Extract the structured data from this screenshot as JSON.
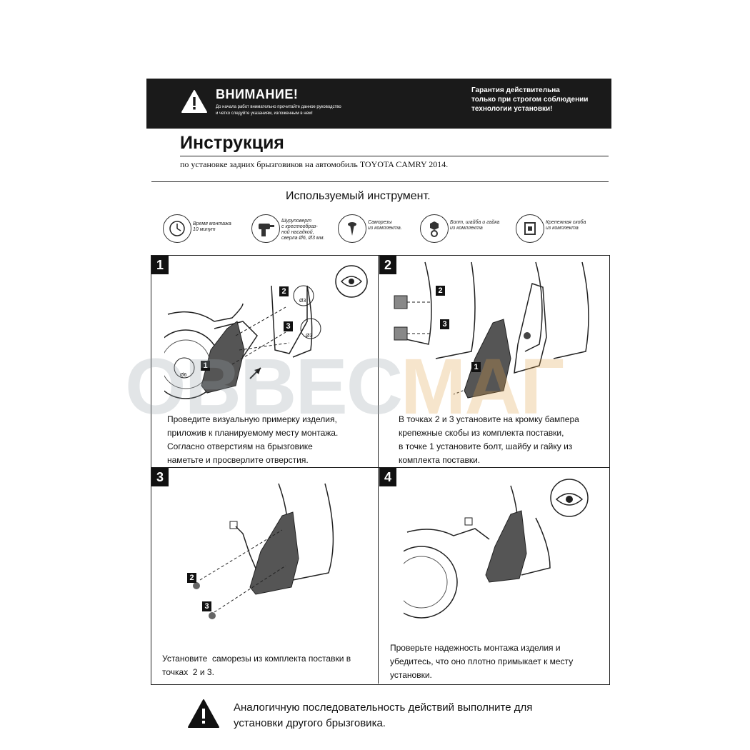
{
  "header": {
    "warning_title": "ВНИМАНИЕ!",
    "warning_sub_line1": "До начала работ внимательно прочитайте данное руководство",
    "warning_sub_line2": "и четко следуйте указаниям, изложенным в нем!",
    "guarantee_line1": "Гарантия действительна",
    "guarantee_line2": "только при строгом соблюдении",
    "guarantee_line3": "технологии установки!"
  },
  "title": "Инструкция",
  "subtitle": "по установке задних брызговиков на автомобиль TOYOTA CAMRY 2014.",
  "tools": {
    "heading": "Используемый инструмент.",
    "items": [
      {
        "icon": "clock-icon",
        "label": "Время монтажа\n10 минут"
      },
      {
        "icon": "drill-icon",
        "label": "Шуруповерт\nс крестообраз-\nной насадкой,\nсверла Ø6, Ø3 мм."
      },
      {
        "icon": "screw-icon",
        "label": "Саморезы\nиз комплекта."
      },
      {
        "icon": "bolt-icon",
        "label": "Болт, шайба и гайка\nиз комплекта"
      },
      {
        "icon": "clip-icon",
        "label": "Крепежная скоба\nиз комплекта"
      }
    ]
  },
  "steps": [
    {
      "num": "1",
      "text": "Проведите визуальную примерку изделия,\nприложив к планируемому месту монтажа.\nСогласно отверстиям на брызговике\nнаметьте и просверлите отверстия."
    },
    {
      "num": "2",
      "text": "В точках 2 и 3 установите на кромку бампера\nкрепежные скобы из комплекта поставки,\nв точке 1 установите болт, шайбу и гайку из\nкомплекта поставки."
    },
    {
      "num": "3",
      "text": "Установите  саморезы из комплекта поставки в\nточках  2 и 3."
    },
    {
      "num": "4",
      "text": "Проверьте надежность монтажа изделия и\nубедитесь, что оно плотно примыкает к месту\nустановки."
    }
  ],
  "callouts": {
    "p1": [
      "2",
      "3",
      "1"
    ],
    "p1_drill": [
      "Ø3",
      "Ø3",
      "Ø6"
    ],
    "p2": [
      "2",
      "3",
      "1"
    ],
    "p3": [
      "2",
      "3"
    ]
  },
  "watermark": {
    "part1": "ОВВЕС",
    "part2": "МАГ"
  },
  "footer": "Аналогичную последовательность действий выполните для\nустановки другого брызговика."
}
